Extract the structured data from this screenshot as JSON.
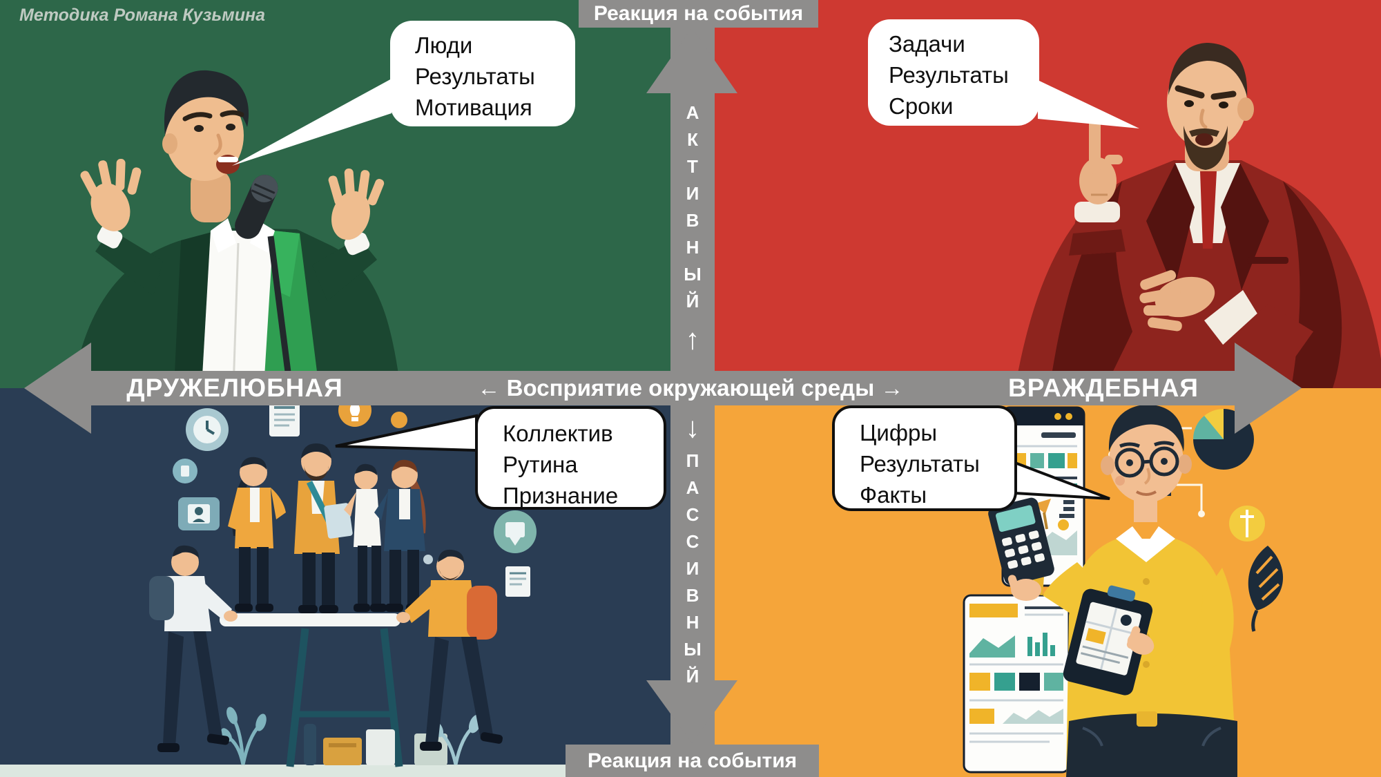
{
  "credit": "Методика Романа Кузьмина",
  "colors": {
    "quadrant_top_left": "#2D6749",
    "quadrant_top_right": "#CE3931",
    "quadrant_bottom_left": "#2A3D54",
    "quadrant_bottom_right": "#F5A53A",
    "axis_gray": "#8E8D8C",
    "bubble_white": "#FFFFFF"
  },
  "vertical_axis": {
    "top_banner": "Реакция на события",
    "bottom_banner": "Реакция на события",
    "active_word": "АКТИВНЫЙ",
    "passive_word": "ПАССИВНЫЙ",
    "up_arrow": "↑",
    "down_arrow": "↓"
  },
  "horizontal_axis": {
    "label": "← Восприятие окружающей среды →",
    "left_end": "ДРУЖЕЛЮБНАЯ",
    "right_end": "ВРАЖДЕБНАЯ"
  },
  "bubbles": {
    "top_left": {
      "lines": [
        "Люди",
        "Результаты",
        "Мотивация"
      ]
    },
    "top_right": {
      "lines": [
        "Задачи",
        "Результаты",
        "Сроки"
      ]
    },
    "bottom_left": {
      "lines": [
        "Коллектив",
        "Рутина",
        "Признание"
      ]
    },
    "bottom_right": {
      "lines": [
        "Цифры",
        "Результаты",
        "Факты"
      ]
    }
  }
}
